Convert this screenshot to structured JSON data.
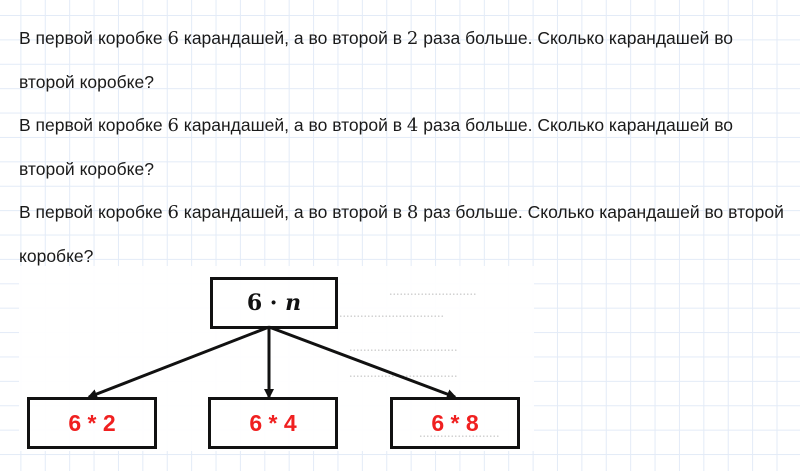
{
  "problems": [
    {
      "part1": "В первой коробке ",
      "num1": "6",
      "part2": " карандашей, а во второй в ",
      "num2": "2",
      "part3": " раза больше. Сколько карандашей во второй коробке?"
    },
    {
      "part1": "В первой коробке ",
      "num1": "6",
      "part2": " карандашей, а во второй в ",
      "num2": "4",
      "part3": " раза больше. Сколько карандашей во второй коробке?"
    },
    {
      "part1": "В первой коробке ",
      "num1": "6",
      "part2": " карандашей, а во второй в ",
      "num2": "8",
      "part3": " раз больше. Сколько карандашей во второй коробке?"
    }
  ],
  "diagram": {
    "root": {
      "coef": "6 · ",
      "var": "n"
    },
    "leaves": [
      {
        "label": "6 * 2"
      },
      {
        "label": "6 * 4"
      },
      {
        "label": "6 * 8"
      }
    ],
    "colors": {
      "box_border": "#111111",
      "leaf_text": "#f02020",
      "grid": "#e3ebf7"
    }
  }
}
